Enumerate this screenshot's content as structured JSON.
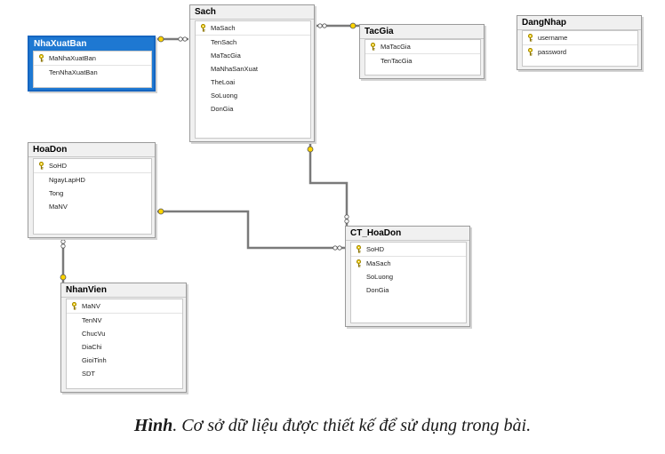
{
  "tables": {
    "sach": {
      "name": "Sach",
      "columns": [
        "MaSach",
        "TenSach",
        "MaTacGia",
        "MaNhaSanXuat",
        "TheLoai",
        "SoLuong",
        "DonGia"
      ],
      "keys": [
        true,
        false,
        false,
        false,
        false,
        false,
        false
      ]
    },
    "nhaxuatban": {
      "name": "NhaXuatBan",
      "columns": [
        "MaNhaXuatBan",
        "TenNhaXuatBan"
      ],
      "keys": [
        true,
        false
      ]
    },
    "tacgia": {
      "name": "TacGia",
      "columns": [
        "MaTacGia",
        "TenTacGia"
      ],
      "keys": [
        true,
        false
      ]
    },
    "dangnhap": {
      "name": "DangNhap",
      "columns": [
        "username",
        "password"
      ],
      "keys": [
        true,
        true
      ]
    },
    "hoadon": {
      "name": "HoaDon",
      "columns": [
        "SoHD",
        "NgayLapHD",
        "Tong",
        "MaNV"
      ],
      "keys": [
        true,
        false,
        false,
        false
      ]
    },
    "ct_hoadon": {
      "name": "CT_HoaDon",
      "columns": [
        "SoHD",
        "MaSach",
        "SoLuong",
        "DonGia"
      ],
      "keys": [
        true,
        true,
        false,
        false
      ]
    },
    "nhanvien": {
      "name": "NhanVien",
      "columns": [
        "MaNV",
        "TenNV",
        "ChucVu",
        "DiaChi",
        "GioiTinh",
        "SDT"
      ],
      "keys": [
        true,
        false,
        false,
        false,
        false,
        false
      ]
    }
  },
  "selected_table": "NhaXuatBan",
  "caption": {
    "bold": "Hình",
    "text": ". Cơ sở dữ liệu được thiết kế để sử dụng trong bài."
  },
  "colors": {
    "selection": "#1e78d2",
    "key": "#c9a800",
    "line": "#7a7a7a"
  },
  "icon": "primary-key-icon"
}
